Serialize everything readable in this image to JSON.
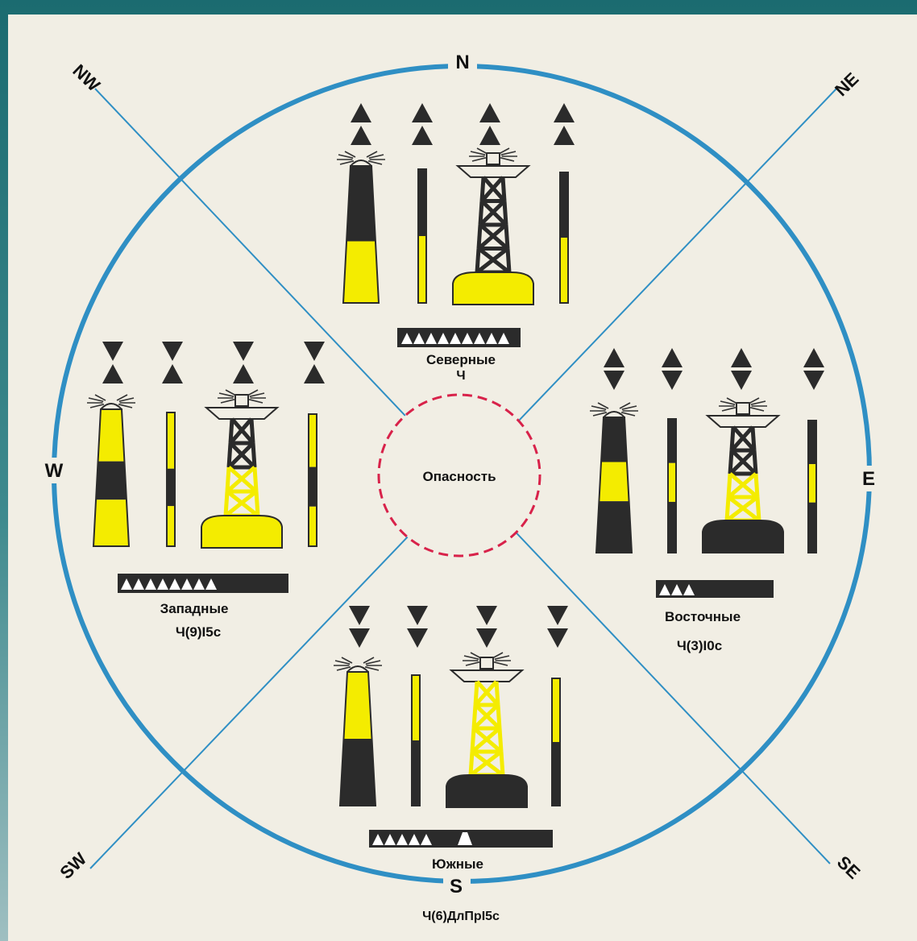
{
  "compass": {
    "n": "N",
    "s": "S",
    "e": "E",
    "w": "W",
    "ne": "NE",
    "nw": "NW",
    "se": "SE",
    "sw": "SW"
  },
  "danger_label": "Опасность",
  "groups": {
    "north": {
      "name": "Северные",
      "light": "Ч"
    },
    "west": {
      "name": "Западные",
      "light": "Ч(9)I5с"
    },
    "east": {
      "name": "Восточные",
      "light": "Ч(3)I0с"
    },
    "south": {
      "name": "Южные",
      "light": "Ч(6)ДлПрI5с"
    }
  },
  "colors": {
    "ring": "#2f8fc4",
    "yellow": "#f4ec00",
    "black": "#2b2b2b",
    "danger_circle": "#d8224a",
    "paper": "#f1eee4"
  }
}
